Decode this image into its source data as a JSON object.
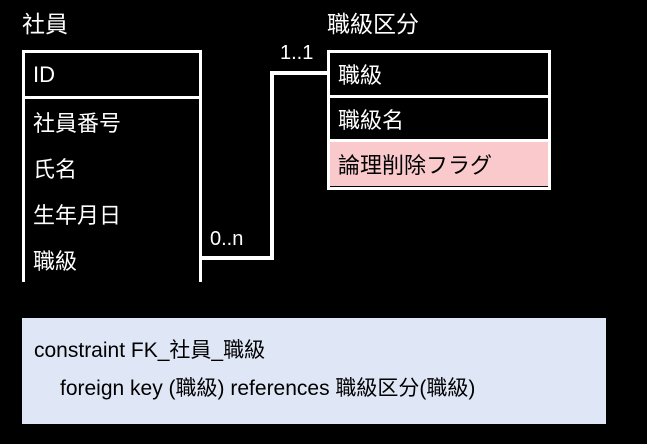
{
  "diagram": {
    "background_color": "#000000",
    "entities": [
      {
        "title": "社員",
        "primary_key": "ID",
        "attributes": [
          "社員番号",
          "氏名",
          "生年月日",
          "職級"
        ]
      },
      {
        "title": "職級区分",
        "primary_key": "職級",
        "attributes": [
          "職級名",
          "論理削除フラグ"
        ],
        "highlight_color": "#f9c9cc"
      }
    ],
    "relationship": {
      "source_cardinality": "0..n",
      "target_cardinality": "1..1",
      "line_color": "#ffffff"
    },
    "note": {
      "background_color": "#dfe6f5",
      "line1": "constraint FK_社員_職級",
      "line2": "foreign key (職級) references 職級区分(職級)"
    }
  }
}
